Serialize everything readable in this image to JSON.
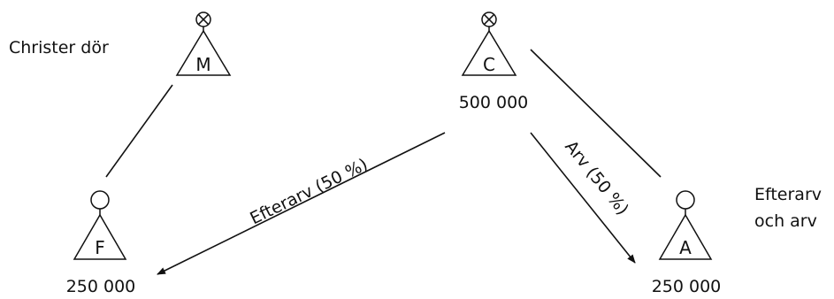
{
  "caption": "Christer dör",
  "persons": {
    "m": {
      "letter": "M",
      "deceased": true
    },
    "c": {
      "letter": "C",
      "deceased": true,
      "amount": "500 000"
    },
    "f": {
      "letter": "F",
      "deceased": false,
      "amount": "250 000"
    },
    "a": {
      "letter": "A",
      "deceased": false,
      "amount": "250 000"
    }
  },
  "transfers": {
    "to_f": "Efterarv (50 %)",
    "to_a": "Arv (50 %)"
  },
  "side_note": {
    "line1": "Efterarv",
    "line2": "och arv"
  }
}
